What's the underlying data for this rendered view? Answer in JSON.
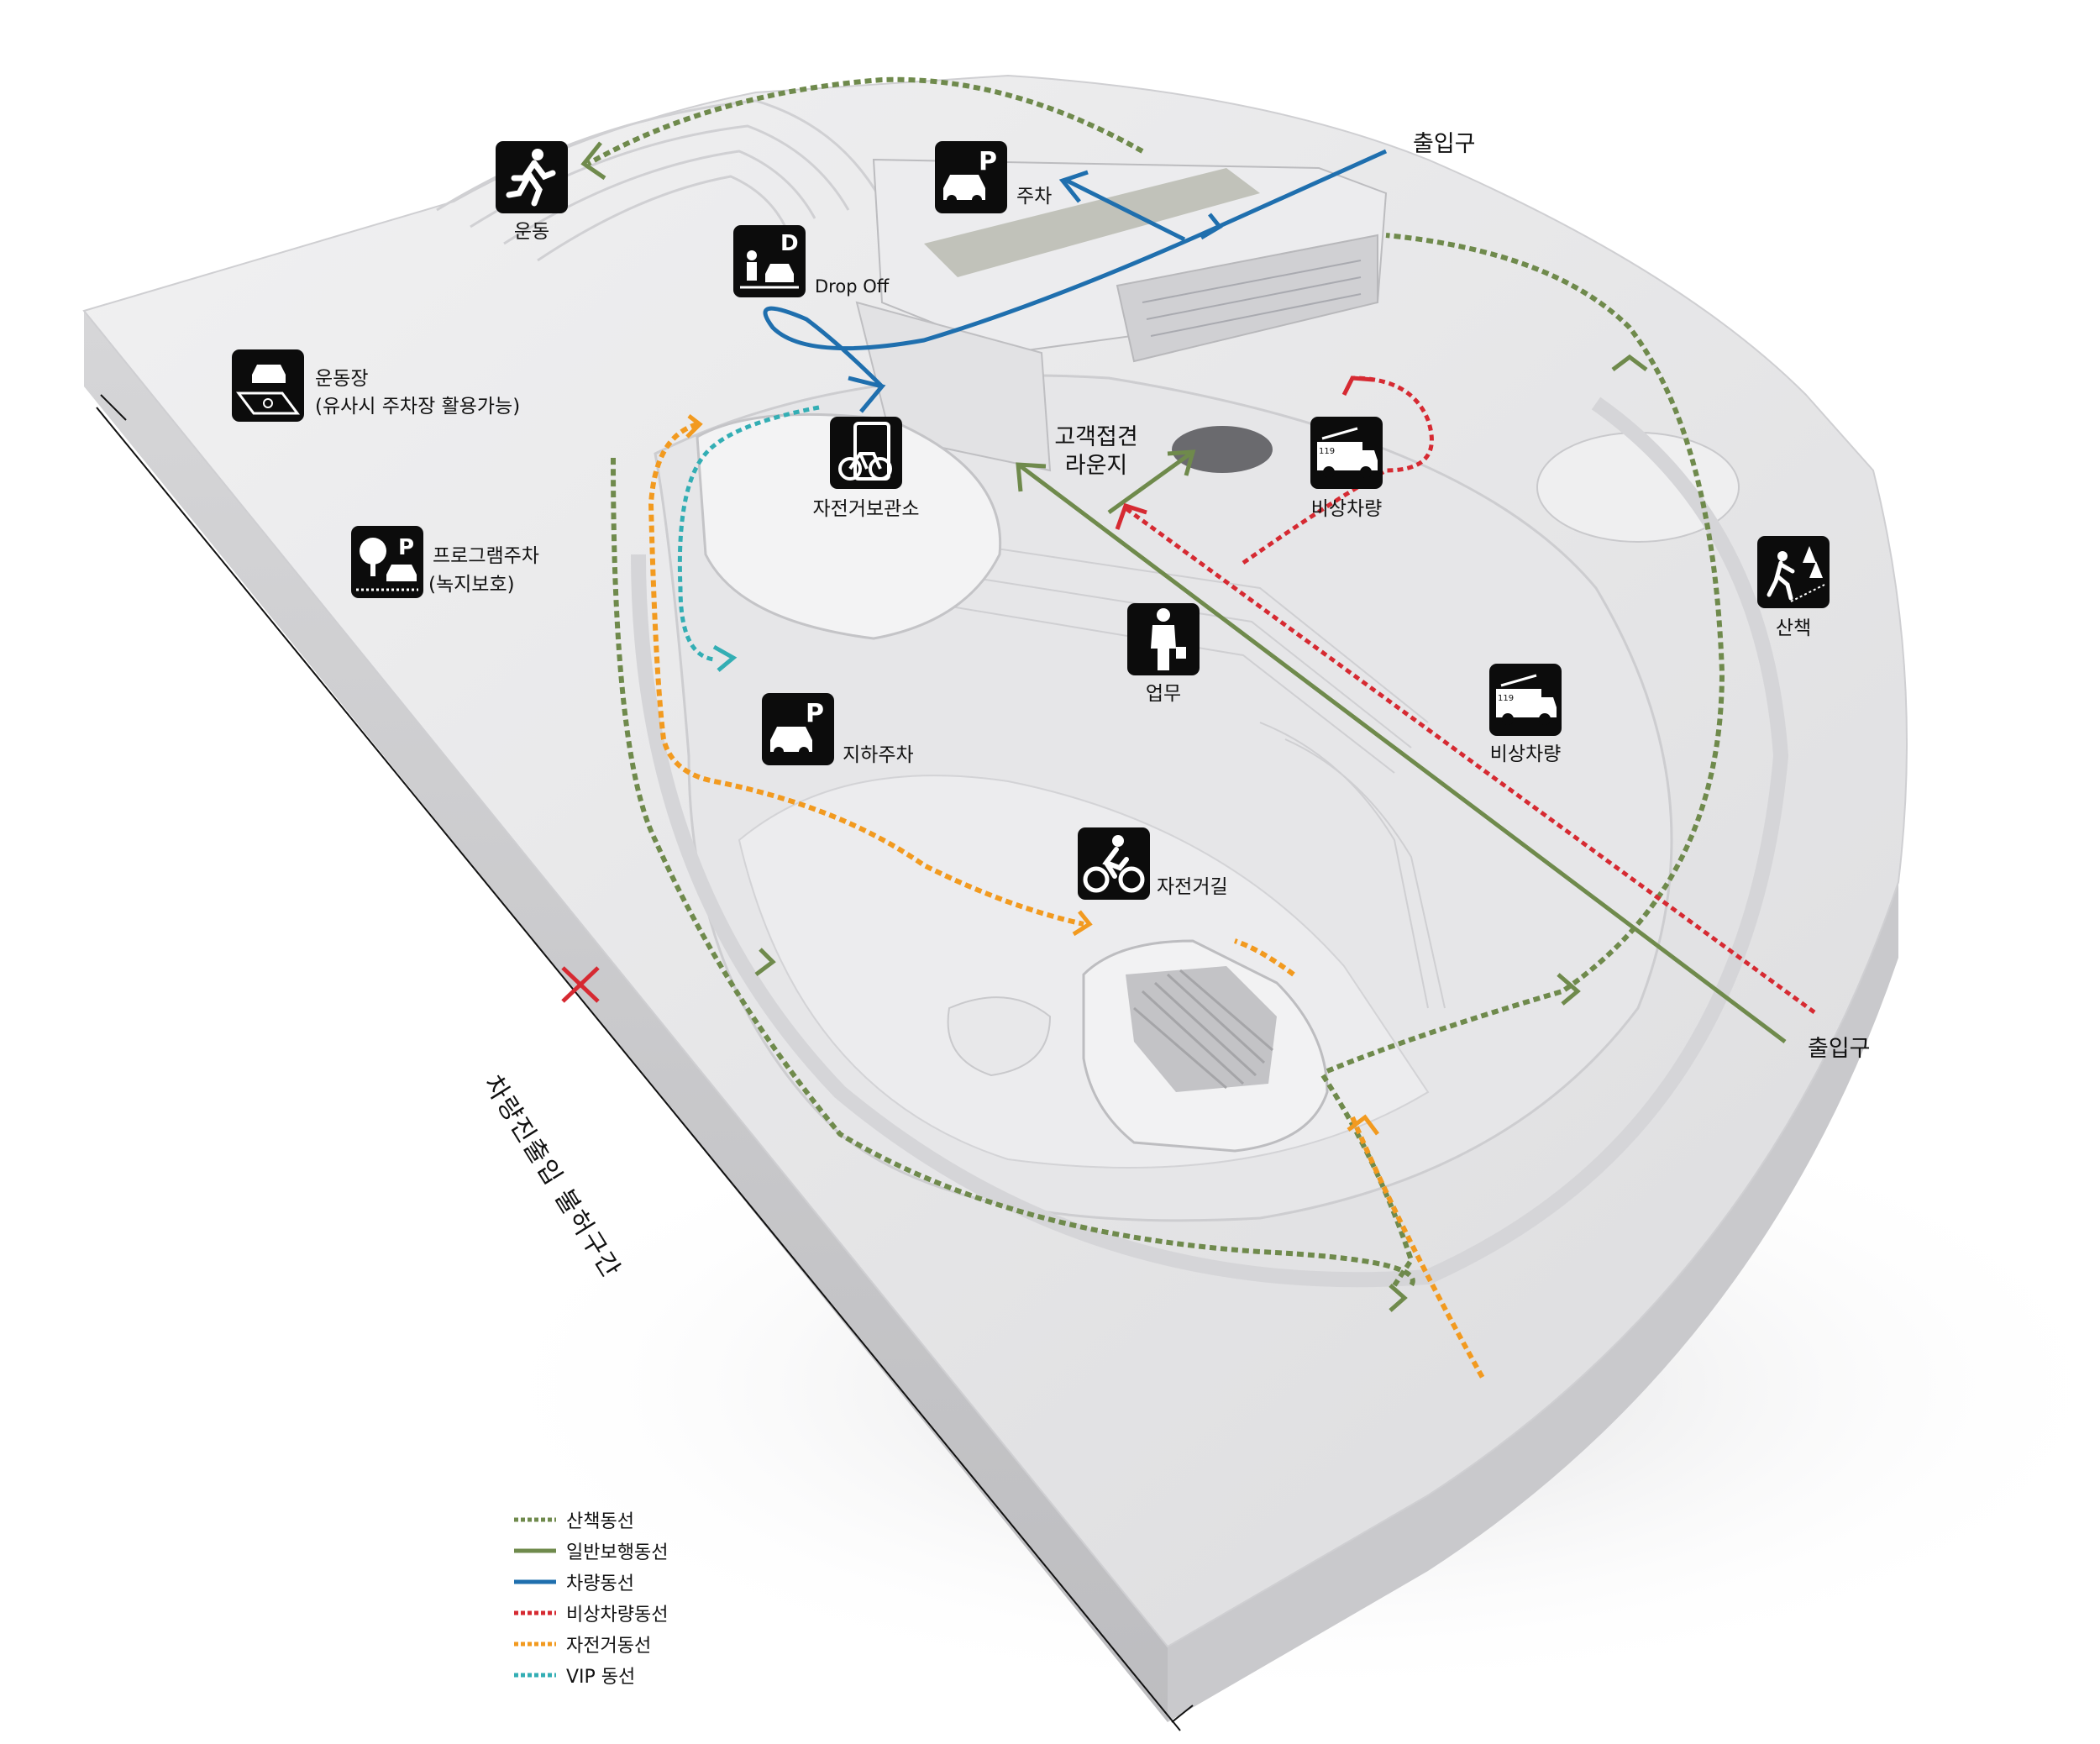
{
  "labels": {
    "entrance_top": "출입구",
    "entrance_bottom": "출입구",
    "parking": "주차",
    "exercise": "운동",
    "drop_off": "Drop Off",
    "field_line1": "운동장",
    "field_line2": "(유사시 주차장 활용가능)",
    "program_parking_line1": "프로그램주차",
    "program_parking_line2": "(녹지보호)",
    "bike_storage": "자전거보관소",
    "lounge_line1": "고객접견",
    "lounge_line2": "라운지",
    "emergency_1": "비상차량",
    "emergency_2": "비상차량",
    "work": "업무",
    "walk": "산책",
    "underground_parking": "지하주차",
    "bike_path": "자전거길",
    "no_vehicle_zone": "차량진출입 불허구간"
  },
  "icons": {
    "parking": "parking-car-icon",
    "exercise": "runner-icon",
    "drop_off": "drop-off-icon",
    "field": "field-car-icon",
    "program_parking": "tree-parking-icon",
    "bike_storage": "bike-storage-icon",
    "emergency": "fire-truck-icon",
    "work": "businessman-icon",
    "walk": "hiker-icon",
    "underground_parking": "parking-car-icon",
    "bike_path": "cyclist-icon"
  },
  "legend": [
    {
      "label": "산책동선",
      "color": "#6f8a4c",
      "style": "dotted"
    },
    {
      "label": "일반보행동선",
      "color": "#6f8a4c",
      "style": "solid"
    },
    {
      "label": "차량동선",
      "color": "#1f6fae",
      "style": "solid"
    },
    {
      "label": "비상차량동선",
      "color": "#d62a32",
      "style": "dotted"
    },
    {
      "label": "자전거동선",
      "color": "#f29a1f",
      "style": "dotted"
    },
    {
      "label": "VIP 동선",
      "color": "#33aeb4",
      "style": "dotted"
    }
  ],
  "colors": {
    "walk_route": "#6f8a4c",
    "pedestrian_route": "#6f8a4c",
    "vehicle_route": "#1f6fae",
    "emergency_route": "#d62a32",
    "bike_route": "#f29a1f",
    "vip_route": "#33aeb4",
    "no_entry_mark": "#d62a32"
  }
}
